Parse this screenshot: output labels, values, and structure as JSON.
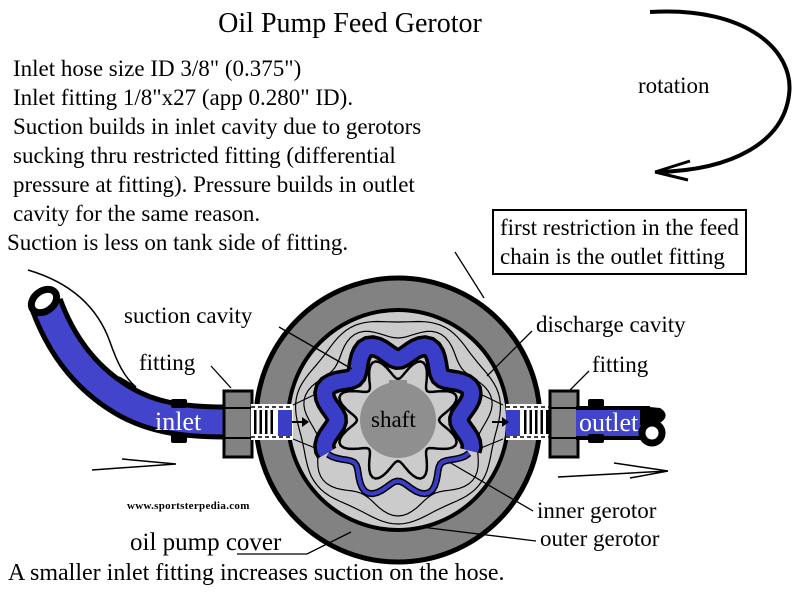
{
  "title": "Oil Pump Feed Gerotor",
  "rotation_label": "rotation",
  "notes": {
    "lines": [
      "Inlet hose size ID 3/8\" (0.375\")",
      "Inlet fitting 1/8\"x27 (app 0.280\" ID).",
      "Suction builds in inlet cavity due to gerotors",
      "sucking thru restricted fitting (differential",
      "pressure at fitting). Pressure builds in outlet",
      "cavity for the same reason.",
      "Suction is less on tank side of fitting."
    ]
  },
  "callout_box": {
    "line1": "first restriction in the feed",
    "line2": "chain is the outlet fitting"
  },
  "diagram_labels": {
    "suction_cavity": "suction cavity",
    "fitting_left": "fitting",
    "discharge_cavity": "discharge cavity",
    "fitting_right": "fitting",
    "inlet": "inlet",
    "outlet": "outlet",
    "shaft": "shaft",
    "inner_gerotor": "inner gerotor",
    "outer_gerotor": "outer gerotor",
    "oil_pump_cover": "oil pump cover"
  },
  "watermark": "www.sportsterpedia.com",
  "footer": "A smaller inlet fitting increases suction on the hose.",
  "colors": {
    "hose_blue": "#4245cb",
    "fluid_blue": "#3a3dc6",
    "cover_gray": "#828282",
    "interior_gray": "#cbcbcb",
    "shaft_gray": "#8f8f8f",
    "line_black": "#000000",
    "white": "#ffffff"
  }
}
